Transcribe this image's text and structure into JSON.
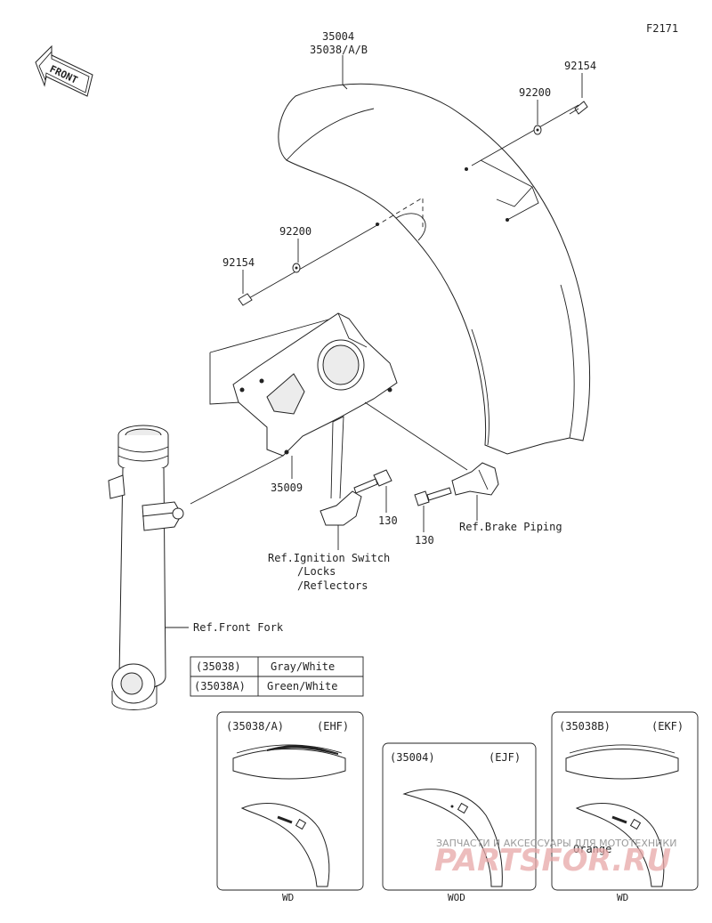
{
  "diagram_code": "F2171",
  "front_marker": "FRONT",
  "callouts": {
    "fender_a": "35004",
    "fender_b": "35038/A/B",
    "bolt_right": "92154",
    "washer_right": "92200",
    "washer_left": "92200",
    "bolt_left": "92154",
    "bracket": "35009",
    "bolt_center": "130",
    "bolt_lower": "130"
  },
  "references": {
    "brake_piping": "Ref.Brake Piping",
    "ignition_line1": "Ref.Ignition Switch",
    "ignition_line2": "/Locks",
    "ignition_line3": "/Reflectors",
    "front_fork": "Ref.Front Fork"
  },
  "color_table": [
    {
      "code": "(35038)",
      "color": "Gray/White"
    },
    {
      "code": "(35038A)",
      "color": "Green/White"
    }
  ],
  "variants": [
    {
      "part": "(35038/A)",
      "model": "(EHF)",
      "region": "WD",
      "note": ""
    },
    {
      "part": "(35004)",
      "model": "(EJF)",
      "region": "WOD",
      "note": ""
    },
    {
      "part": "(35038B)",
      "model": "(EKF)",
      "region": "WD",
      "note": "Orange"
    }
  ],
  "watermark": {
    "line1": "ЗАПЧАСТИ И АКСЕССУАРЫ ДЛЯ МОТОТЕХНИКИ",
    "line2": "PARTSFOR.RU"
  }
}
